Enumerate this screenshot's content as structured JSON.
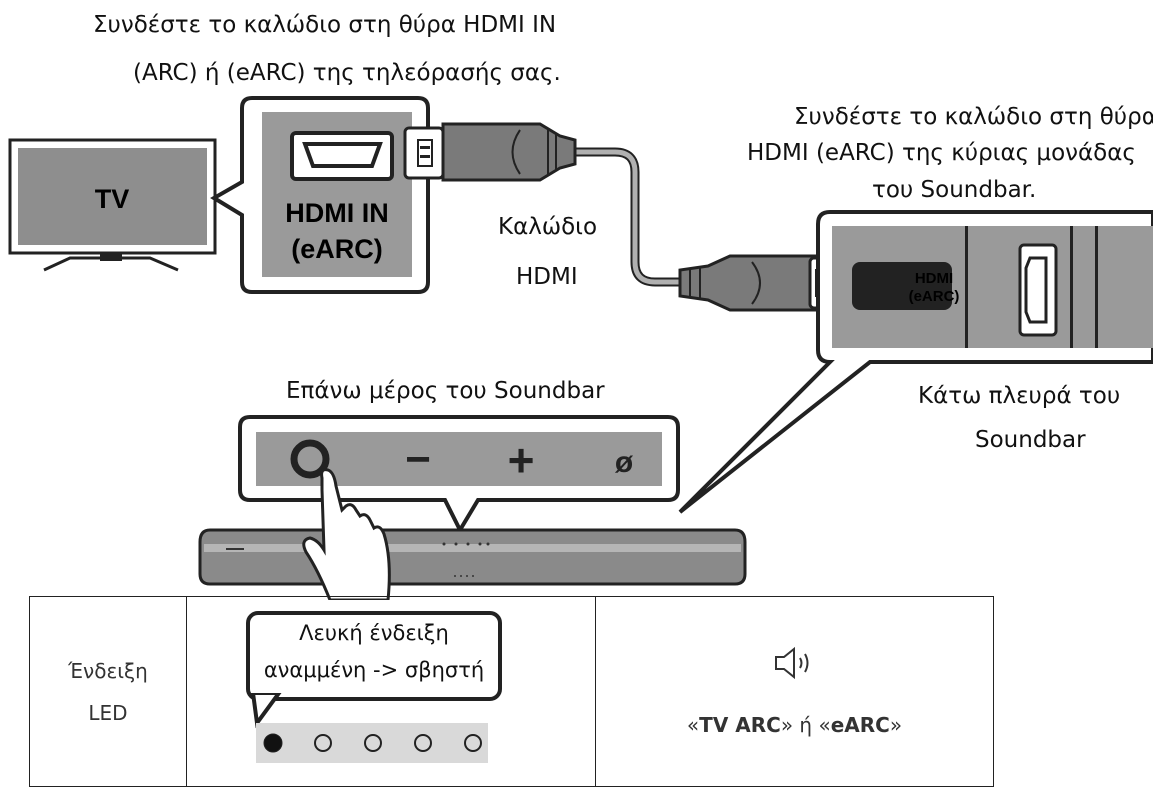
{
  "captions": {
    "tv_port_line1": "Συνδέστε το καλώδιο στη θύρα HDMI IN",
    "tv_port_line2": "(ARC) ή (eARC) της τηλεόρασής σας.",
    "sb_port_line1": "Συνδέστε το καλώδιο στη θύρα",
    "sb_port_line2": "HDMI (eARC) της κύριας μονάδας",
    "sb_port_line3": "του Soundbar.",
    "cable_line1": "Καλώδιο",
    "cable_line2": "HDMI",
    "top_label": "Επάνω μέρος του Soundbar",
    "bottom_line1": "Κάτω πλευρά του",
    "bottom_line2": "Soundbar"
  },
  "tv": {
    "label": "TV"
  },
  "tv_port": {
    "line1": "HDMI IN",
    "line2": "(eARC)"
  },
  "sb_port": {
    "line1": "HDMI",
    "line2": "(eARC)"
  },
  "top_panel": {
    "buttons": [
      "power",
      "volume-down",
      "volume-up",
      "mic-off"
    ],
    "minus": "−",
    "plus": "+",
    "mic": "ø"
  },
  "led_table": {
    "row_label_line1": "Ένδειξη",
    "row_label_line2": "LED",
    "callout_line1": "Λευκή ένδειξη",
    "callout_line2": "αναμμένη -> σβηστή",
    "leds": [
      true,
      false,
      false,
      false,
      false
    ],
    "mode_prefix": "«",
    "mode_tv": "TV ARC",
    "mode_mid": "» ή «",
    "mode_earc": "eARC",
    "mode_suffix": "»"
  },
  "colors": {
    "panel_gray": "#9a9a9a",
    "light_gray": "#d9d9d9",
    "cable_gray": "#8f8f8f",
    "dark": "#222222"
  }
}
